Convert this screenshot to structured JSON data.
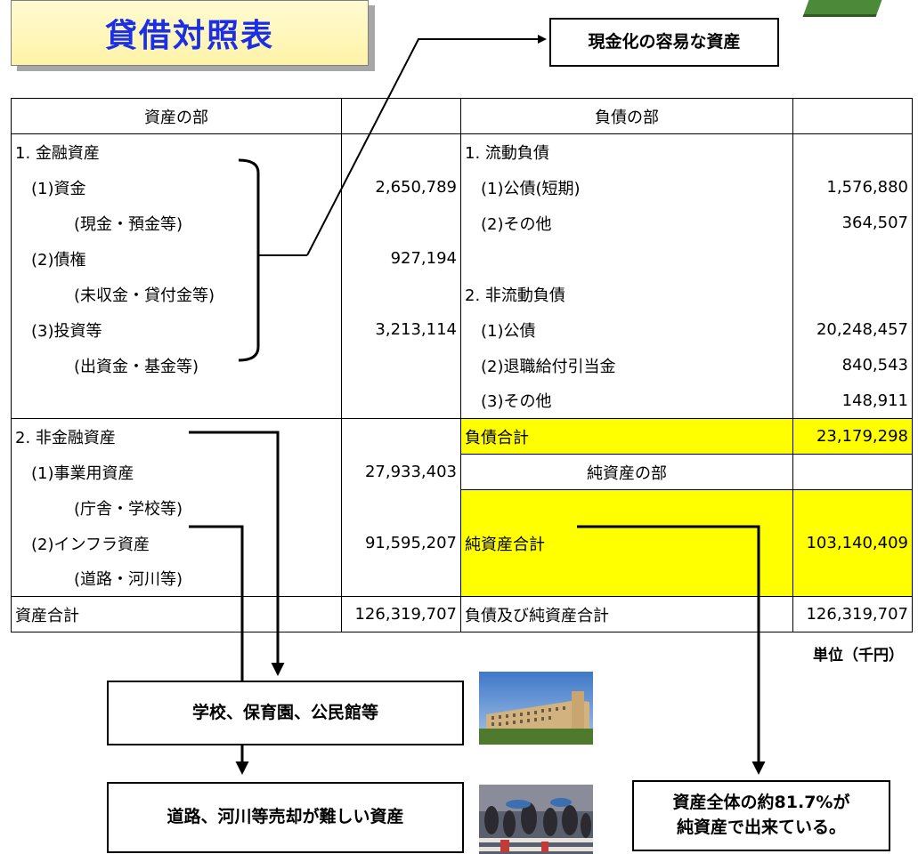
{
  "title": "貸借対照表",
  "unit": "単位（千円）",
  "callouts": {
    "liquid": "現金化の容易な資産",
    "schools": "学校、保育園、公民館等",
    "roads": "道路、河川等売却が難しい資産",
    "net_ratio_line1": "資産全体の約81.7%が",
    "net_ratio_line2": "純資産で出来ている。"
  },
  "table": {
    "assets_header": "資産の部",
    "liabilities_header": "負債の部",
    "net_header": "純資産の部",
    "a_financial": "1. 金融資産",
    "a_funds": "(1)資金",
    "a_funds_sub": "(現金・預金等)",
    "a_funds_val": "2,650,789",
    "a_claims": "(2)債権",
    "a_claims_val": "927,194",
    "a_claims_sub": "(未収金・貸付金等)",
    "a_invest": "(3)投資等",
    "a_invest_val": "3,213,114",
    "a_invest_sub": "(出資金・基金等)",
    "a_nonfin": "2. 非金融資産",
    "a_business": "(1)事業用資産",
    "a_business_val": "27,933,403",
    "a_business_sub": "(庁舎・学校等)",
    "a_infra": "(2)インフラ資産",
    "a_infra_val": "91,595,207",
    "a_infra_sub": "(道路・河川等)",
    "a_total": "資産合計",
    "a_total_val": "126,319,707",
    "l_current": "1. 流動負債",
    "l_bonds_short": "(1)公債(短期)",
    "l_bonds_short_val": "1,576,880",
    "l_other": "(2)その他",
    "l_other_val": "364,507",
    "l_noncurrent": "2. 非流動負債",
    "l_bonds": "(1)公債",
    "l_bonds_val": "20,248,457",
    "l_retire": "(2)退職給付引当金",
    "l_retire_val": "840,543",
    "l_other2": "(3)その他",
    "l_other2_val": "148,911",
    "l_total": "負債合計",
    "l_total_val": "23,179,298",
    "n_total": "純資産合計",
    "n_total_val": "103,140,409",
    "ln_total": "負債及び純資産合計",
    "ln_total_val": "126,319,707"
  },
  "colors": {
    "title_text": "#1a2fe6",
    "highlight": "#ffff00",
    "title_bg": "#fff6b8"
  },
  "icons": [
    "green-book-image",
    "school-building-photo",
    "crowd-crossing-photo"
  ]
}
